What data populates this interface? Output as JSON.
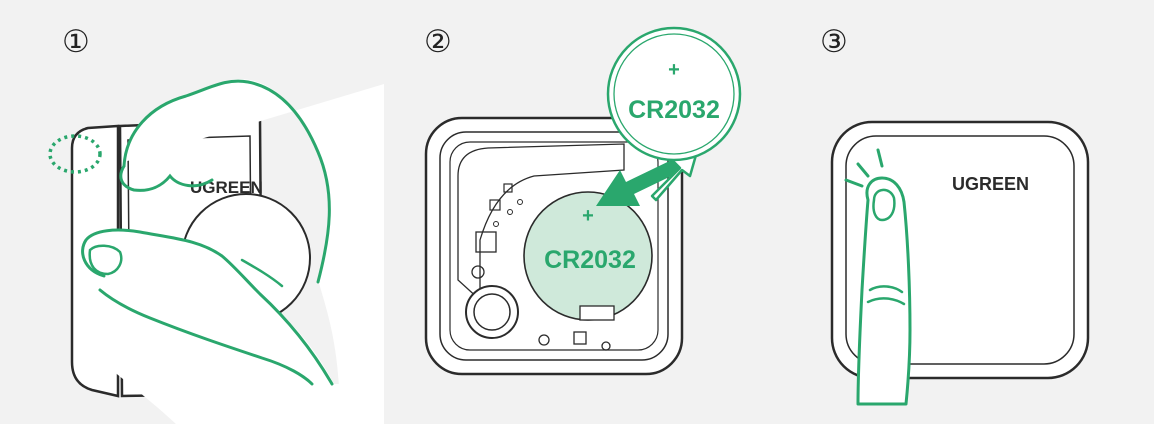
{
  "steps": [
    {
      "number": "①"
    },
    {
      "number": "②"
    },
    {
      "number": "③"
    }
  ],
  "device": {
    "brand": "UGREEN"
  },
  "battery": {
    "polarity": "+",
    "model": "CR2032"
  },
  "colors": {
    "background": "#f2f2f2",
    "line": "#2b2b2b",
    "accent": "#2aa76d",
    "battery_fill": "#cfe9da",
    "white": "#ffffff"
  }
}
